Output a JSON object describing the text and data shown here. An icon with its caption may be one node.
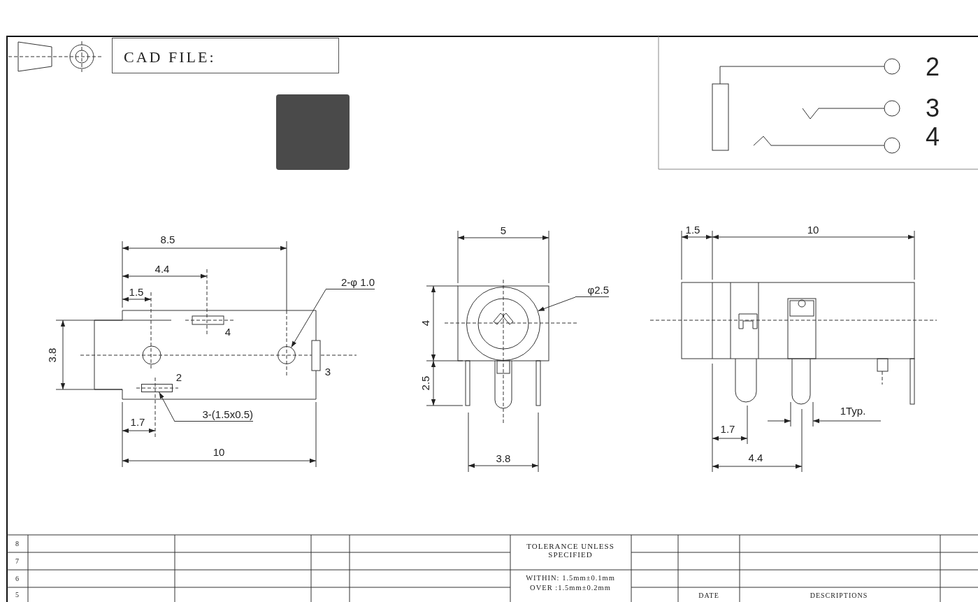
{
  "diagram": {
    "nodes": [
      {
        "text": [
          "CAD FILE:"
        ]
      },
      {
        "text": [
          "2-φ 1.0"
        ]
      },
      {
        "text": [],
        "shape": "circle"
      },
      {
        "text": [
          "3-(1.5x0.5)"
        ]
      },
      {
        "text": [],
        "shape": "box"
      },
      {
        "text": [
          "φ2.5"
        ]
      },
      {
        "text": [],
        "shape": "circle"
      }
    ],
    "edges": [
      {
        "from": 1,
        "to": 2,
        "arrow": "to"
      },
      {
        "from": 3,
        "to": 4,
        "arrow": "to"
      },
      {
        "from": 5,
        "to": 6,
        "arrow": "to"
      }
    ],
    "labels": [
      "2",
      "3",
      "4",
      "8.5",
      "4.4",
      "1.5",
      "4",
      "3.8",
      "3",
      "2",
      "1.7",
      "10",
      "5",
      "4",
      "2.5",
      "3.8",
      "1.5",
      "10",
      "1Typ.",
      "1.7",
      "4.4",
      "8",
      "TOLERANCE UNLESS SPECIFIED",
      "7",
      "6",
      "WITHIN: 1.5mm±0.1mm",
      "5",
      "OVER :1.5mm±0.2mm",
      "DATE",
      "DESCRIPTIONS"
    ]
  }
}
